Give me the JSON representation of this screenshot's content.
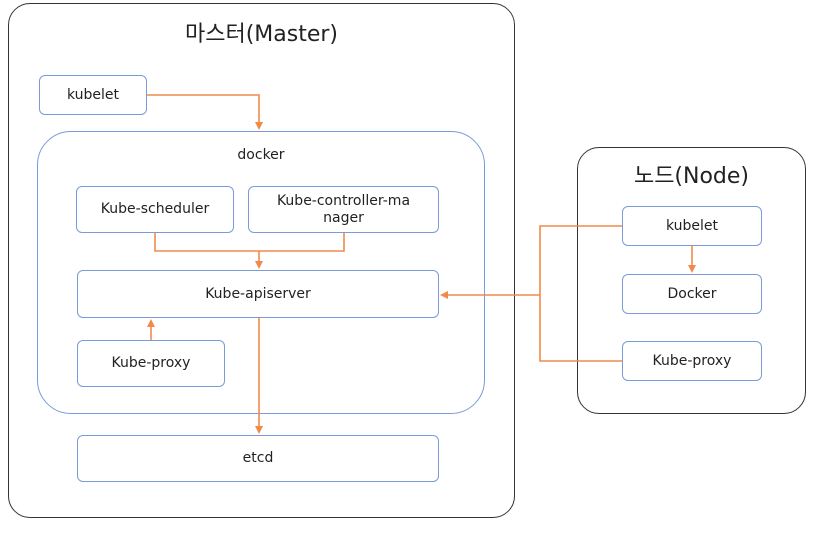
{
  "master": {
    "title": "마스터(Master)",
    "kubelet": "kubelet",
    "docker_label": "docker",
    "scheduler": "Kube-scheduler",
    "controller_manager": "Kube-controller-manager",
    "apiserver": "Kube-apiserver",
    "proxy": "Kube-proxy",
    "etcd": "etcd"
  },
  "node": {
    "title": "노드(Node)",
    "kubelet": "kubelet",
    "docker": "Docker",
    "proxy": "Kube-proxy"
  },
  "colors": {
    "arrow": "#f08a4b",
    "box_border": "#7b9bd8",
    "group_border": "#333333"
  }
}
